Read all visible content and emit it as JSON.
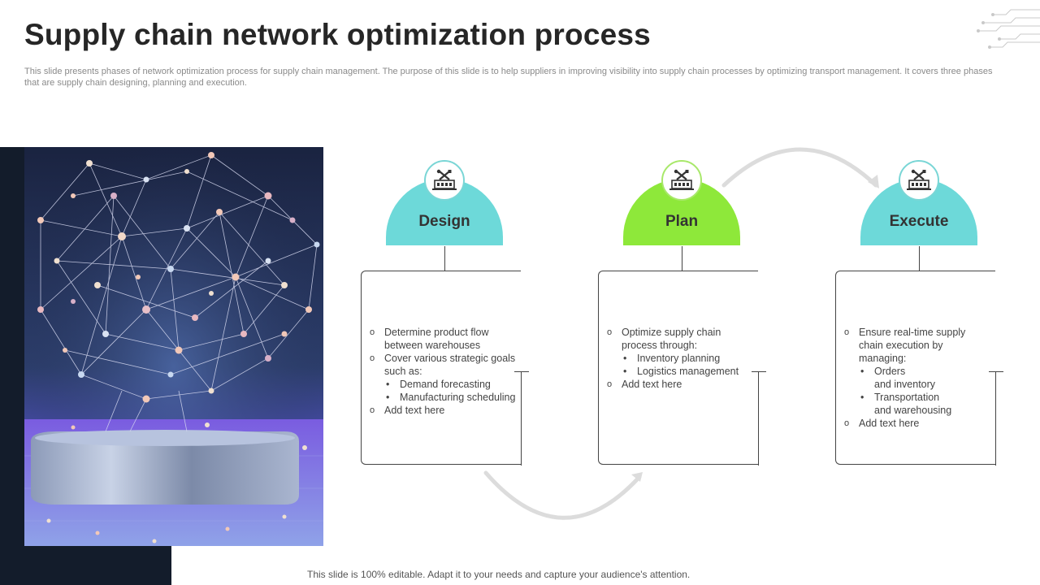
{
  "header": {
    "title": "Supply chain network optimization process",
    "description": "This slide presents phases of network optimization process for supply chain management. The purpose of this slide is to help suppliers in improving visibility into supply chain processes by optimizing transport management. It covers three phases that are supply chain designing, planning and execution."
  },
  "phases": [
    {
      "label": "Design",
      "color": "#6dd9d9",
      "icon": "tools-laptop-icon",
      "items": [
        {
          "type": "o",
          "text": "Determine product flow between warehouses"
        },
        {
          "type": "o",
          "text": "Cover various strategic goals such as:"
        },
        {
          "type": "b",
          "text": "Demand forecasting"
        },
        {
          "type": "b",
          "text": "Manufacturing scheduling"
        },
        {
          "type": "o",
          "text": "Add text here"
        }
      ]
    },
    {
      "label": "Plan",
      "color": "#8ee83a",
      "icon": "tools-laptop-icon",
      "items": [
        {
          "type": "o",
          "text": "Optimize supply chain process through:"
        },
        {
          "type": "b",
          "text": "Inventory planning"
        },
        {
          "type": "b",
          "text": "Logistics management"
        },
        {
          "type": "o",
          "text": "Add text here"
        }
      ]
    },
    {
      "label": "Execute",
      "color": "#6dd9d9",
      "icon": "tools-laptop-icon",
      "items": [
        {
          "type": "o",
          "text": "Ensure real-time supply chain execution by managing:"
        },
        {
          "type": "b",
          "text": "Orders"
        },
        {
          "type": "c",
          "text": "and inventory"
        },
        {
          "type": "b",
          "text": "Transportation"
        },
        {
          "type": "c",
          "text": "and warehousing"
        },
        {
          "type": "o",
          "text": "Add text here"
        }
      ]
    }
  ],
  "footer": {
    "note": "This slide is 100% editable. Adapt it to your needs and capture your audience's attention."
  },
  "image": {
    "subject": "network-sphere-illustration"
  }
}
